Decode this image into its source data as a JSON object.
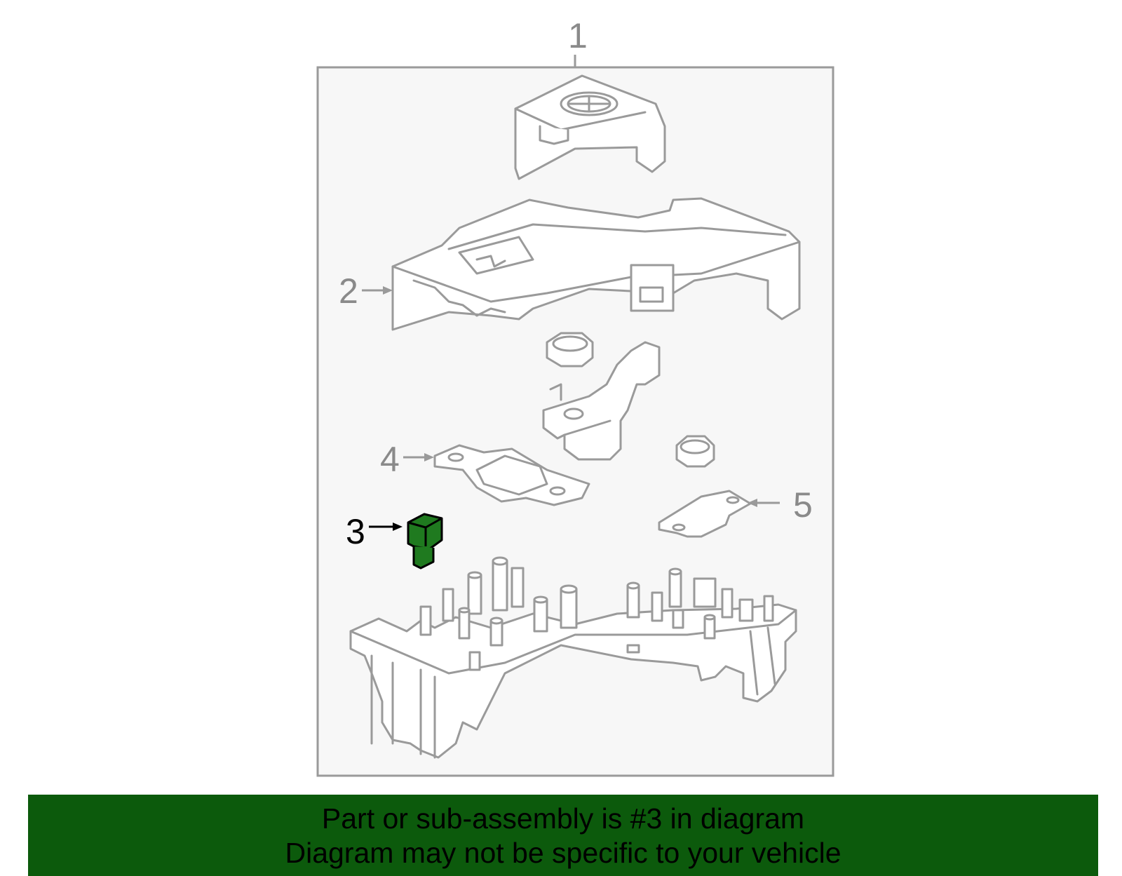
{
  "diagram": {
    "callouts": [
      {
        "number": "1"
      },
      {
        "number": "2"
      },
      {
        "number": "3"
      },
      {
        "number": "4"
      },
      {
        "number": "5"
      }
    ],
    "highlighted_part": "3",
    "colors": {
      "box_fill": "#f7f7f7",
      "outline": "#9a9a9a",
      "highlight": "#1f7a1f",
      "banner": "#0c5a0c"
    }
  },
  "banner": {
    "line1": "Part or sub-assembly is #3 in diagram",
    "line2": "Diagram may not be specific to your vehicle"
  }
}
